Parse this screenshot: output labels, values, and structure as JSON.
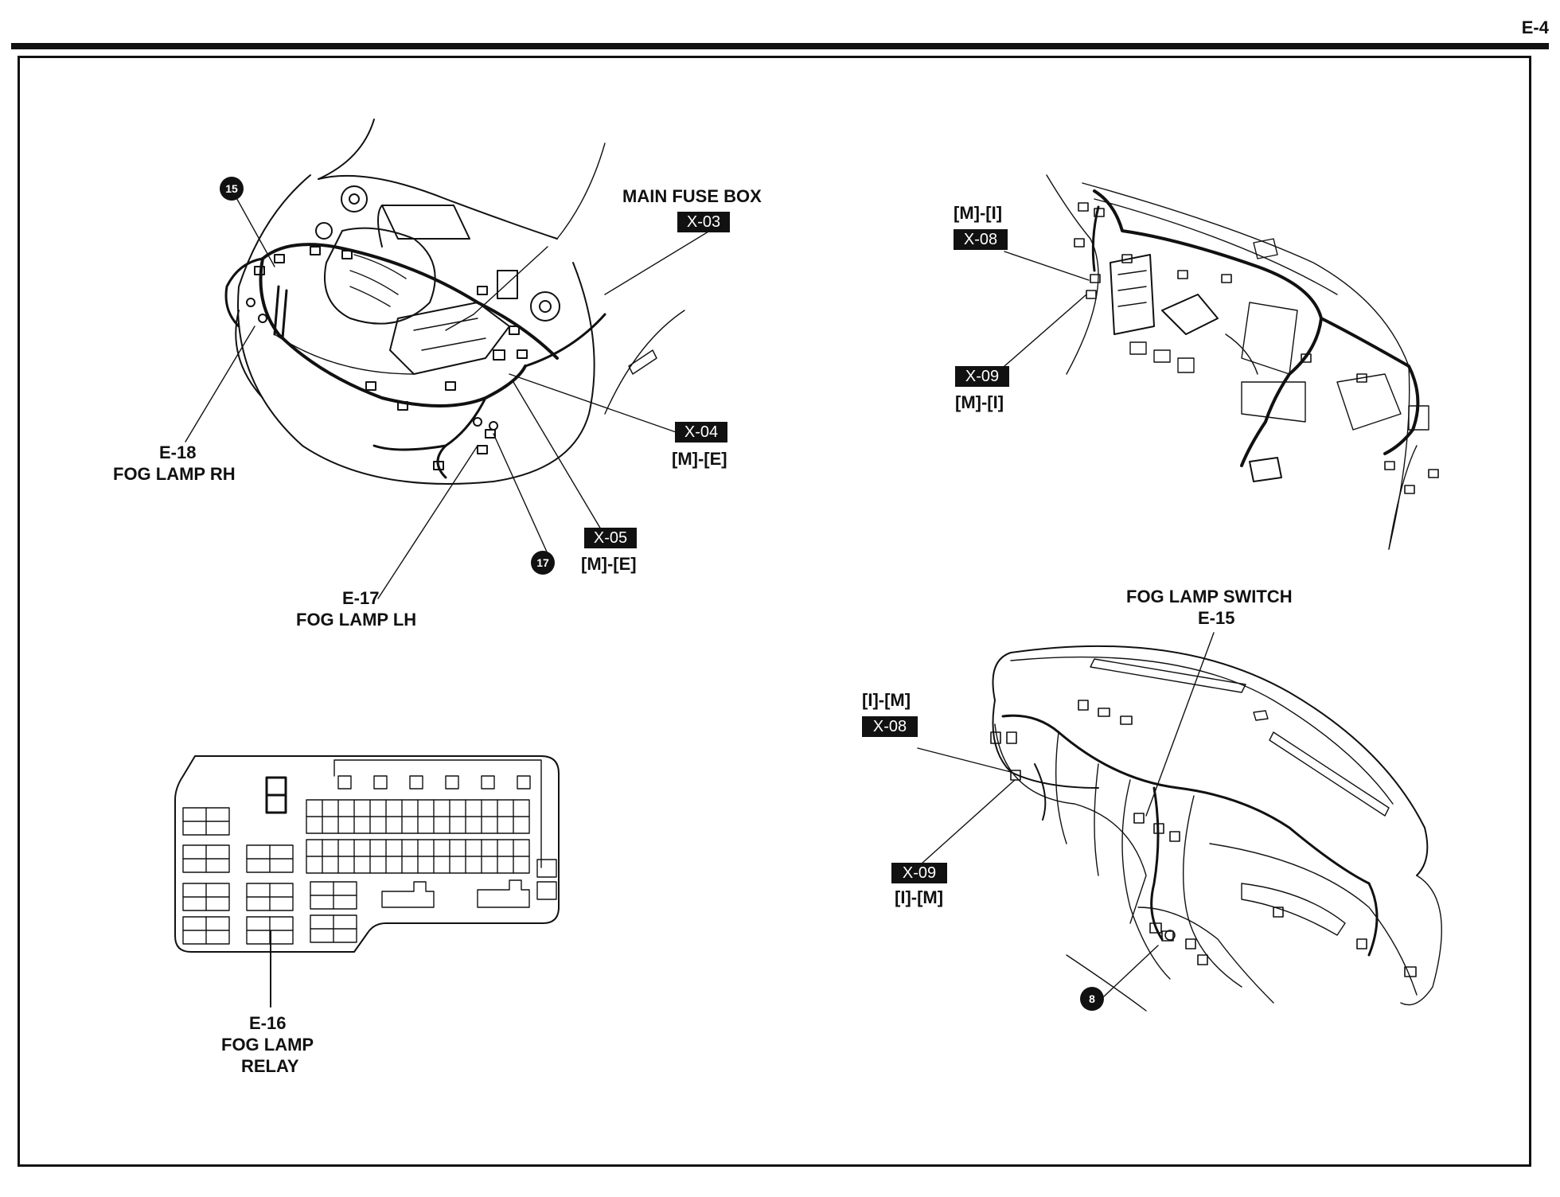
{
  "page_number": "E-4",
  "labels": {
    "main_fuse_box": "MAIN FUSE BOX",
    "x03": "X-03",
    "x04": "X-04",
    "x04_sub": "[M]-[E]",
    "x05": "X-05",
    "x05_sub": "[M]-[E]",
    "e18_code": "E-18",
    "e18_name": "FOG LAMP RH",
    "e17_code": "E-17",
    "e17_name": "FOG LAMP LH",
    "e16_code": "E-16",
    "e16_name1": "FOG LAMP",
    "e16_name2": "RELAY",
    "tr_top_sub": "[M]-[I]",
    "tr_x08": "X-08",
    "tr_x09": "X-09",
    "tr_bot_sub": "[M]-[I]",
    "fog_switch": "FOG LAMP SWITCH",
    "e15_code": "E-15",
    "br_top_sub": "[I]-[M]",
    "br_x08": "X-08",
    "br_x09": "X-09",
    "br_bot_sub": "[I]-[M]"
  },
  "ground_points": {
    "g15": "15",
    "g17": "17",
    "g8": "8"
  }
}
